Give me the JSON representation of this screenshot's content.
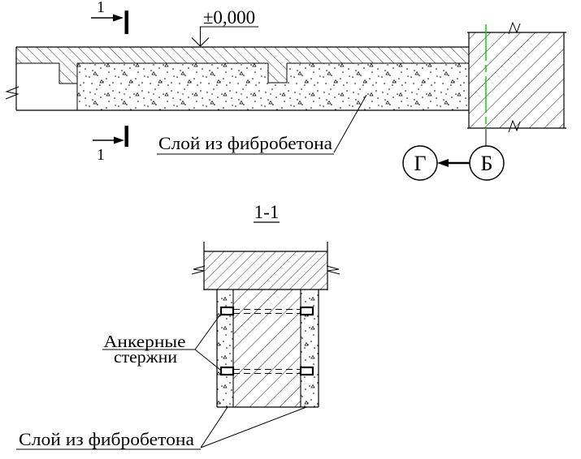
{
  "plan": {
    "cut_number_top": "1",
    "cut_number_bottom": "1",
    "elevation": "±0,000",
    "fiber_label": "Слой из фибробетона",
    "axis_left": "Г",
    "axis_right": "Б"
  },
  "section": {
    "title": "1-1",
    "anchor_label_line1": "Анкерные",
    "anchor_label_line2": "стержни",
    "fiber_label": "Слой из фибробетона"
  },
  "colors": {
    "ink": "#000000",
    "centerline_green": "#00cc00",
    "paper": "#ffffff"
  }
}
